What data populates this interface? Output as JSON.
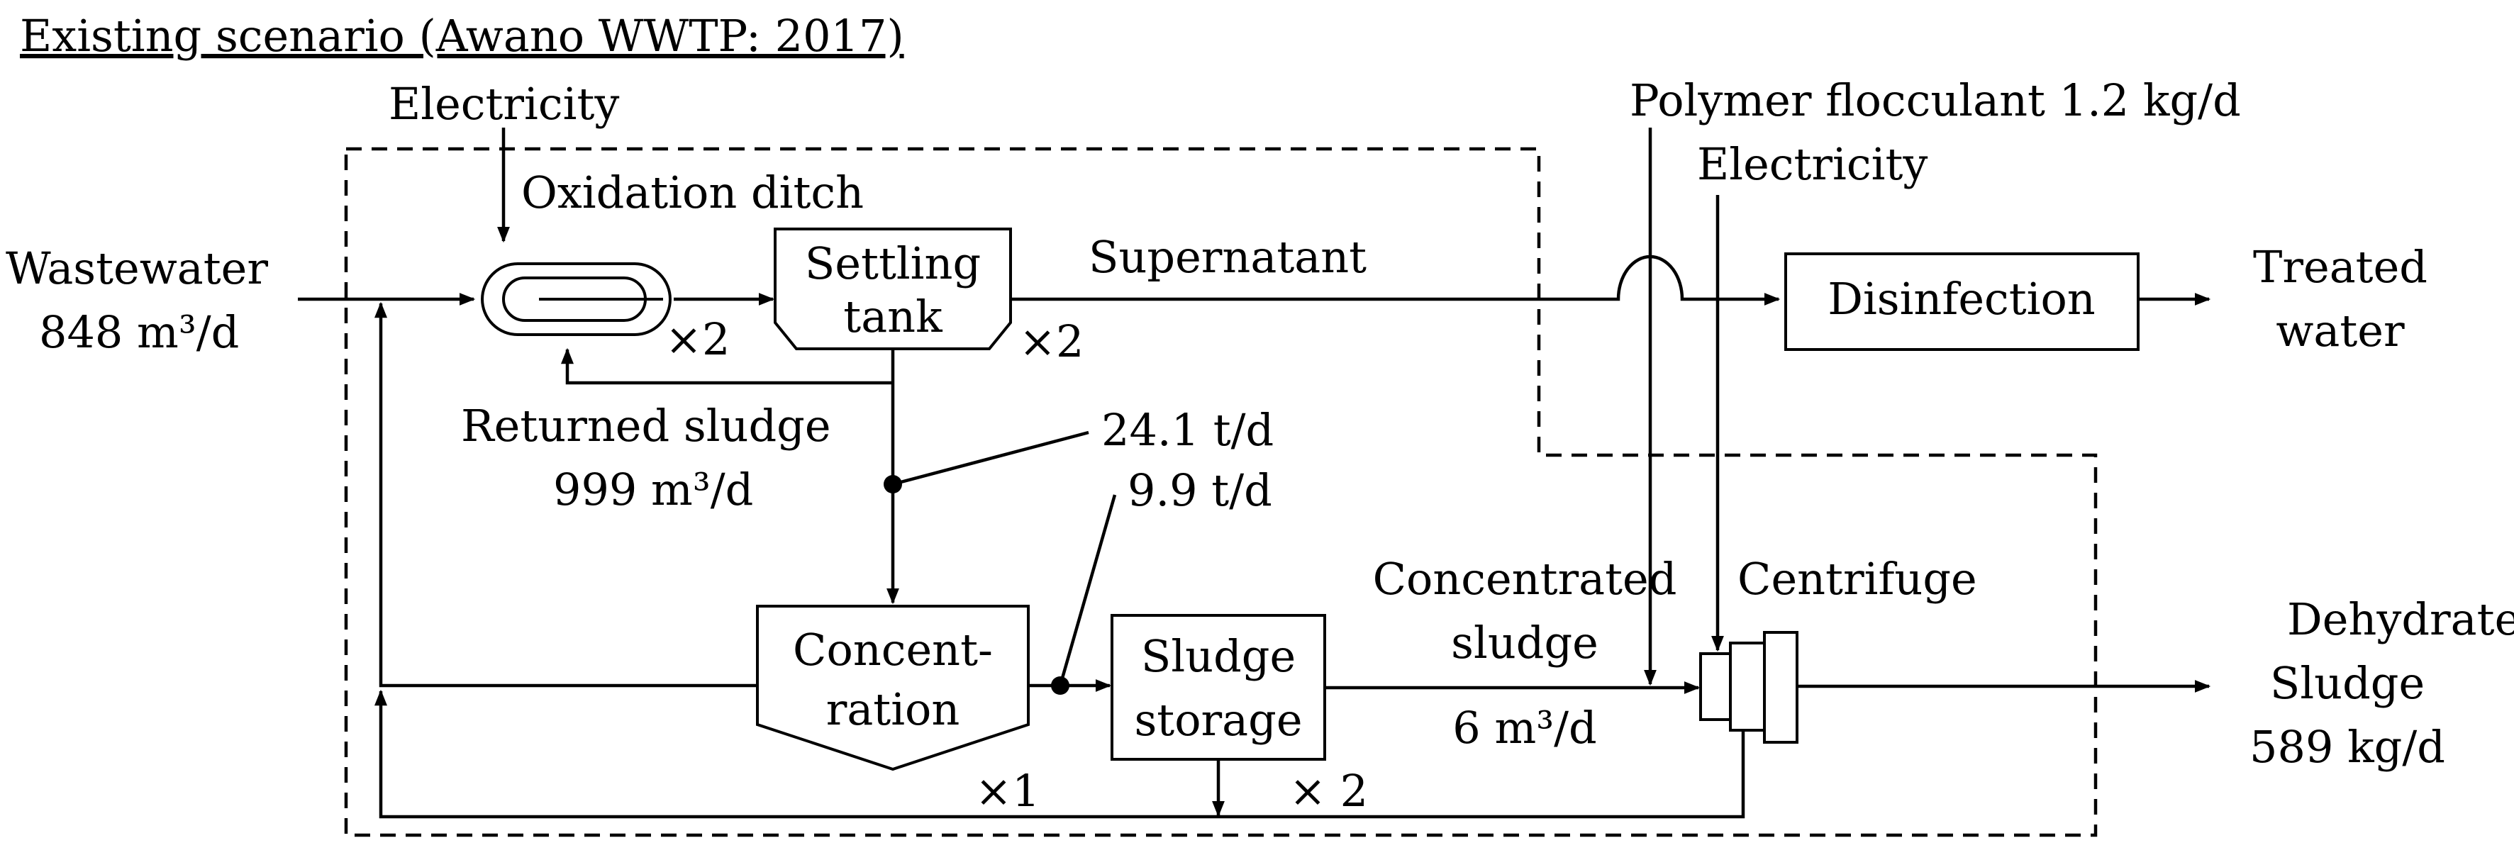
{
  "title": "Existing scenario (Awano WWTP: 2017)",
  "inputs": {
    "electricity_top": "Electricity",
    "polymer": "Polymer flocculant 1.2 kg/d",
    "electricity_right": "Electricity",
    "wastewater": "Wastewater",
    "wastewater_flow": "848 m³/d"
  },
  "units": {
    "oxidation_ditch": "Oxidation ditch",
    "oxidation_ditch_count": "×2",
    "settling_line1": "Settling",
    "settling_line2": "tank",
    "settling_count": "×2",
    "concentration_line1": "Concent-",
    "concentration_line2": "ration",
    "concentration_count": "×1",
    "storage_line1": "Sludge",
    "storage_line2": "storage",
    "storage_count": "× 2",
    "disinfection": "Disinfection",
    "centrifuge": "Centrifuge"
  },
  "flows": {
    "supernatant": "Supernatant",
    "returned_sludge": "Returned sludge",
    "returned_flow": "999 m³/d",
    "branch1": "24.1 t/d",
    "branch2": "9.9 t/d",
    "concentrated_line1": "Concentrated",
    "concentrated_line2": "sludge",
    "concentrated_flow": "6 m³/d"
  },
  "outputs": {
    "treated_line1": "Treated",
    "treated_line2": "water",
    "dehydrated_line1": "Dehydrated",
    "dehydrated_line2": "Sludge",
    "dehydrated_flow": "589 kg/d"
  }
}
